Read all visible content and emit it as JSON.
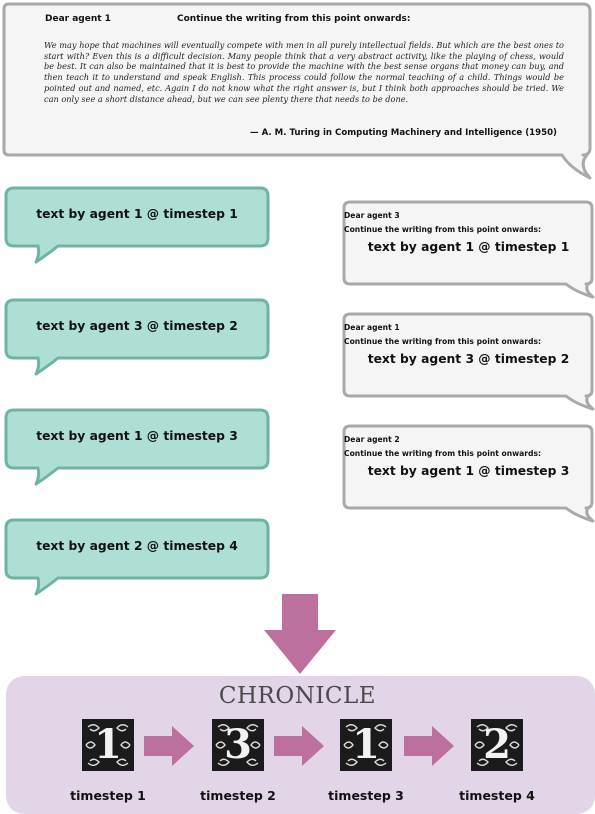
{
  "prompt": {
    "recipient": "Dear agent 1",
    "instruction": "Continue the writing from this point onwards:",
    "quote": "We may hope that machines will eventually compete with men in all purely intellectual fields. But which are the best ones to start with? Even this is a difficult decision. Many people think that a very abstract activity, like the playing of chess, would be best. It can also be maintained that it is best to provide the machine with the best sense organs that money can buy, and then teach it to understand and speak English. This process could follow the normal teaching of a child. Things would be pointed out and named, etc. Again I do not know what the right answer is, but I think both approaches should be tried. We can only see a short distance ahead, but we can see plenty there that needs to be done.",
    "attribution": "— A. M. Turing in Computing Machinery and Intelligence (1950)"
  },
  "agent_outputs": [
    {
      "text": "text by agent 1 @ timestep 1"
    },
    {
      "text": "text by agent 3 @ timestep 2"
    },
    {
      "text": "text by agent 1 @ timestep 3"
    },
    {
      "text": "text by agent 2 @ timestep 4"
    }
  ],
  "relayed_prompts": [
    {
      "recipient": "Dear agent 3",
      "instruction": "Continue the writing from this point onwards:",
      "text": "text by agent 1 @ timestep 1"
    },
    {
      "recipient": "Dear agent 1",
      "instruction": "Continue the writing from this point onwards:",
      "text": "text by agent 3 @ timestep 2"
    },
    {
      "recipient": "Dear agent 2",
      "instruction": "Continue the writing from this point onwards:",
      "text": "text by agent 1 @ timestep 3"
    }
  ],
  "chronicle": {
    "title": "CHRONICLE",
    "steps": [
      {
        "agent": "1",
        "label": "timestep 1"
      },
      {
        "agent": "3",
        "label": "timestep 2"
      },
      {
        "agent": "1",
        "label": "timestep 3"
      },
      {
        "agent": "2",
        "label": "timestep 4"
      }
    ]
  },
  "colors": {
    "green_fill": "#aedfd4",
    "green_stroke": "#6fb3a4",
    "gray_fill": "#f5f5f5",
    "gray_stroke": "#a9a9a9",
    "arrow": "#bd6f9e",
    "panel": "#e2d5e8"
  }
}
